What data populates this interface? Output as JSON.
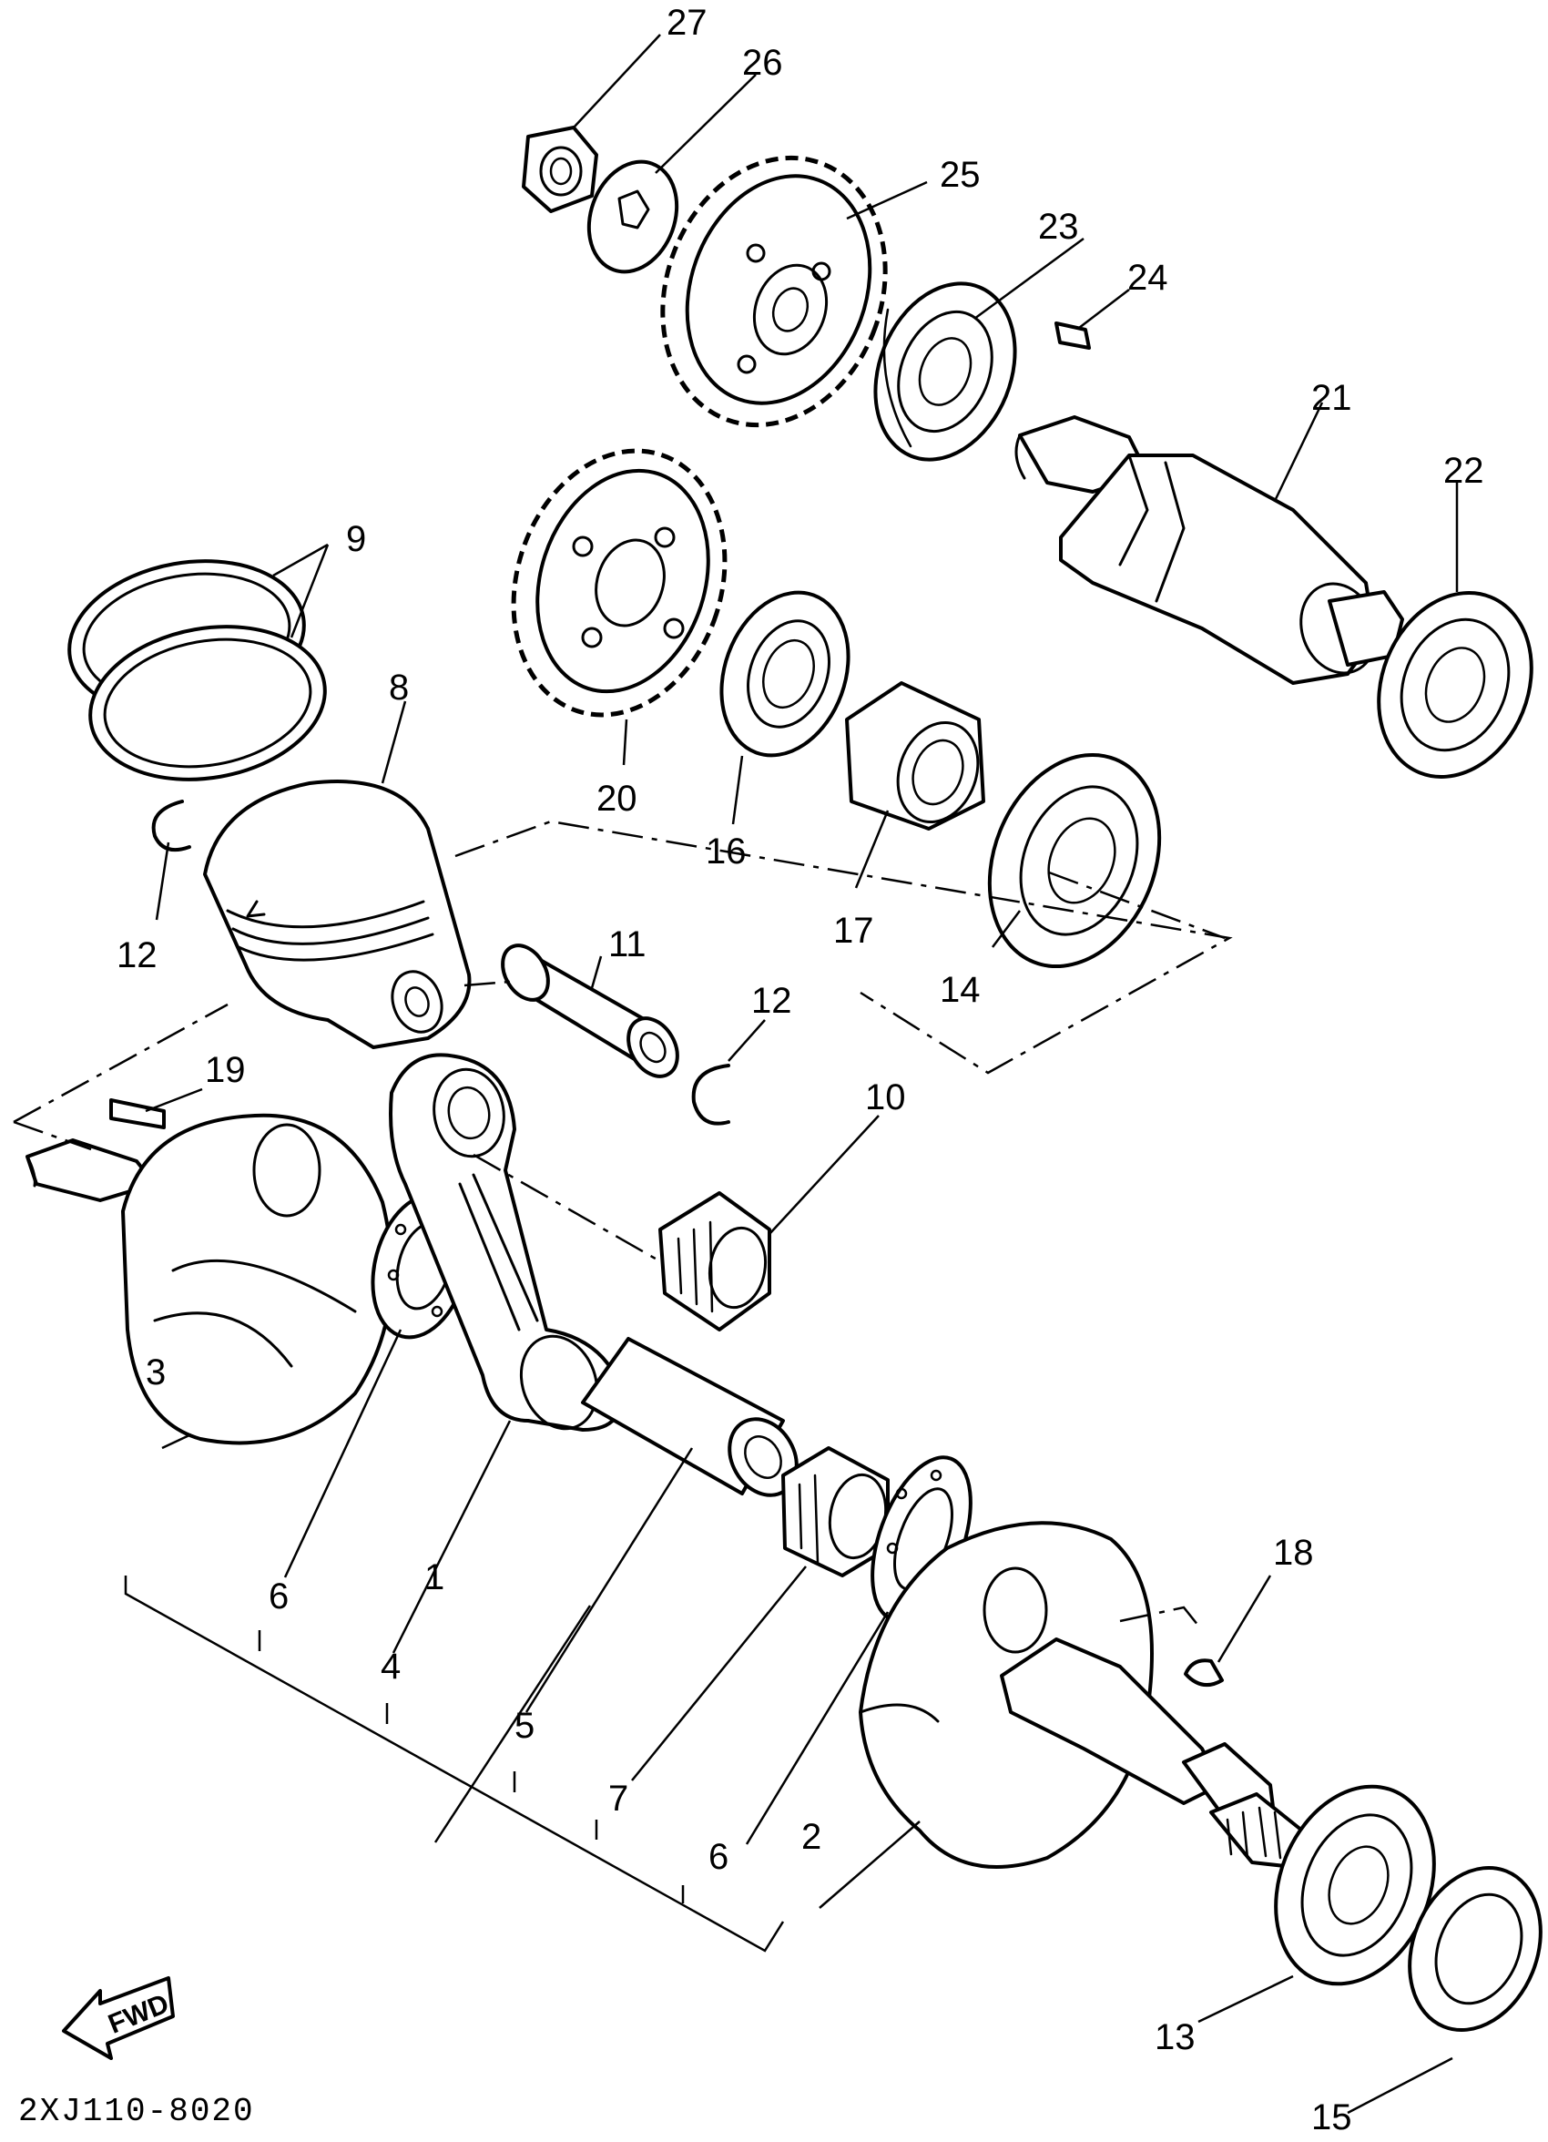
{
  "diagram_code": "2XJ110-8020",
  "fwd_label": "FWD",
  "callouts": [
    {
      "num": "1"
    },
    {
      "num": "2"
    },
    {
      "num": "3"
    },
    {
      "num": "4"
    },
    {
      "num": "5"
    },
    {
      "num": "6"
    },
    {
      "num": "6"
    },
    {
      "num": "7"
    },
    {
      "num": "8"
    },
    {
      "num": "9"
    },
    {
      "num": "10"
    },
    {
      "num": "11"
    },
    {
      "num": "12"
    },
    {
      "num": "12"
    },
    {
      "num": "13"
    },
    {
      "num": "14"
    },
    {
      "num": "15"
    },
    {
      "num": "16"
    },
    {
      "num": "17"
    },
    {
      "num": "18"
    },
    {
      "num": "19"
    },
    {
      "num": "20"
    },
    {
      "num": "21"
    },
    {
      "num": "22"
    },
    {
      "num": "23"
    },
    {
      "num": "24"
    },
    {
      "num": "25"
    },
    {
      "num": "26"
    },
    {
      "num": "27"
    }
  ]
}
